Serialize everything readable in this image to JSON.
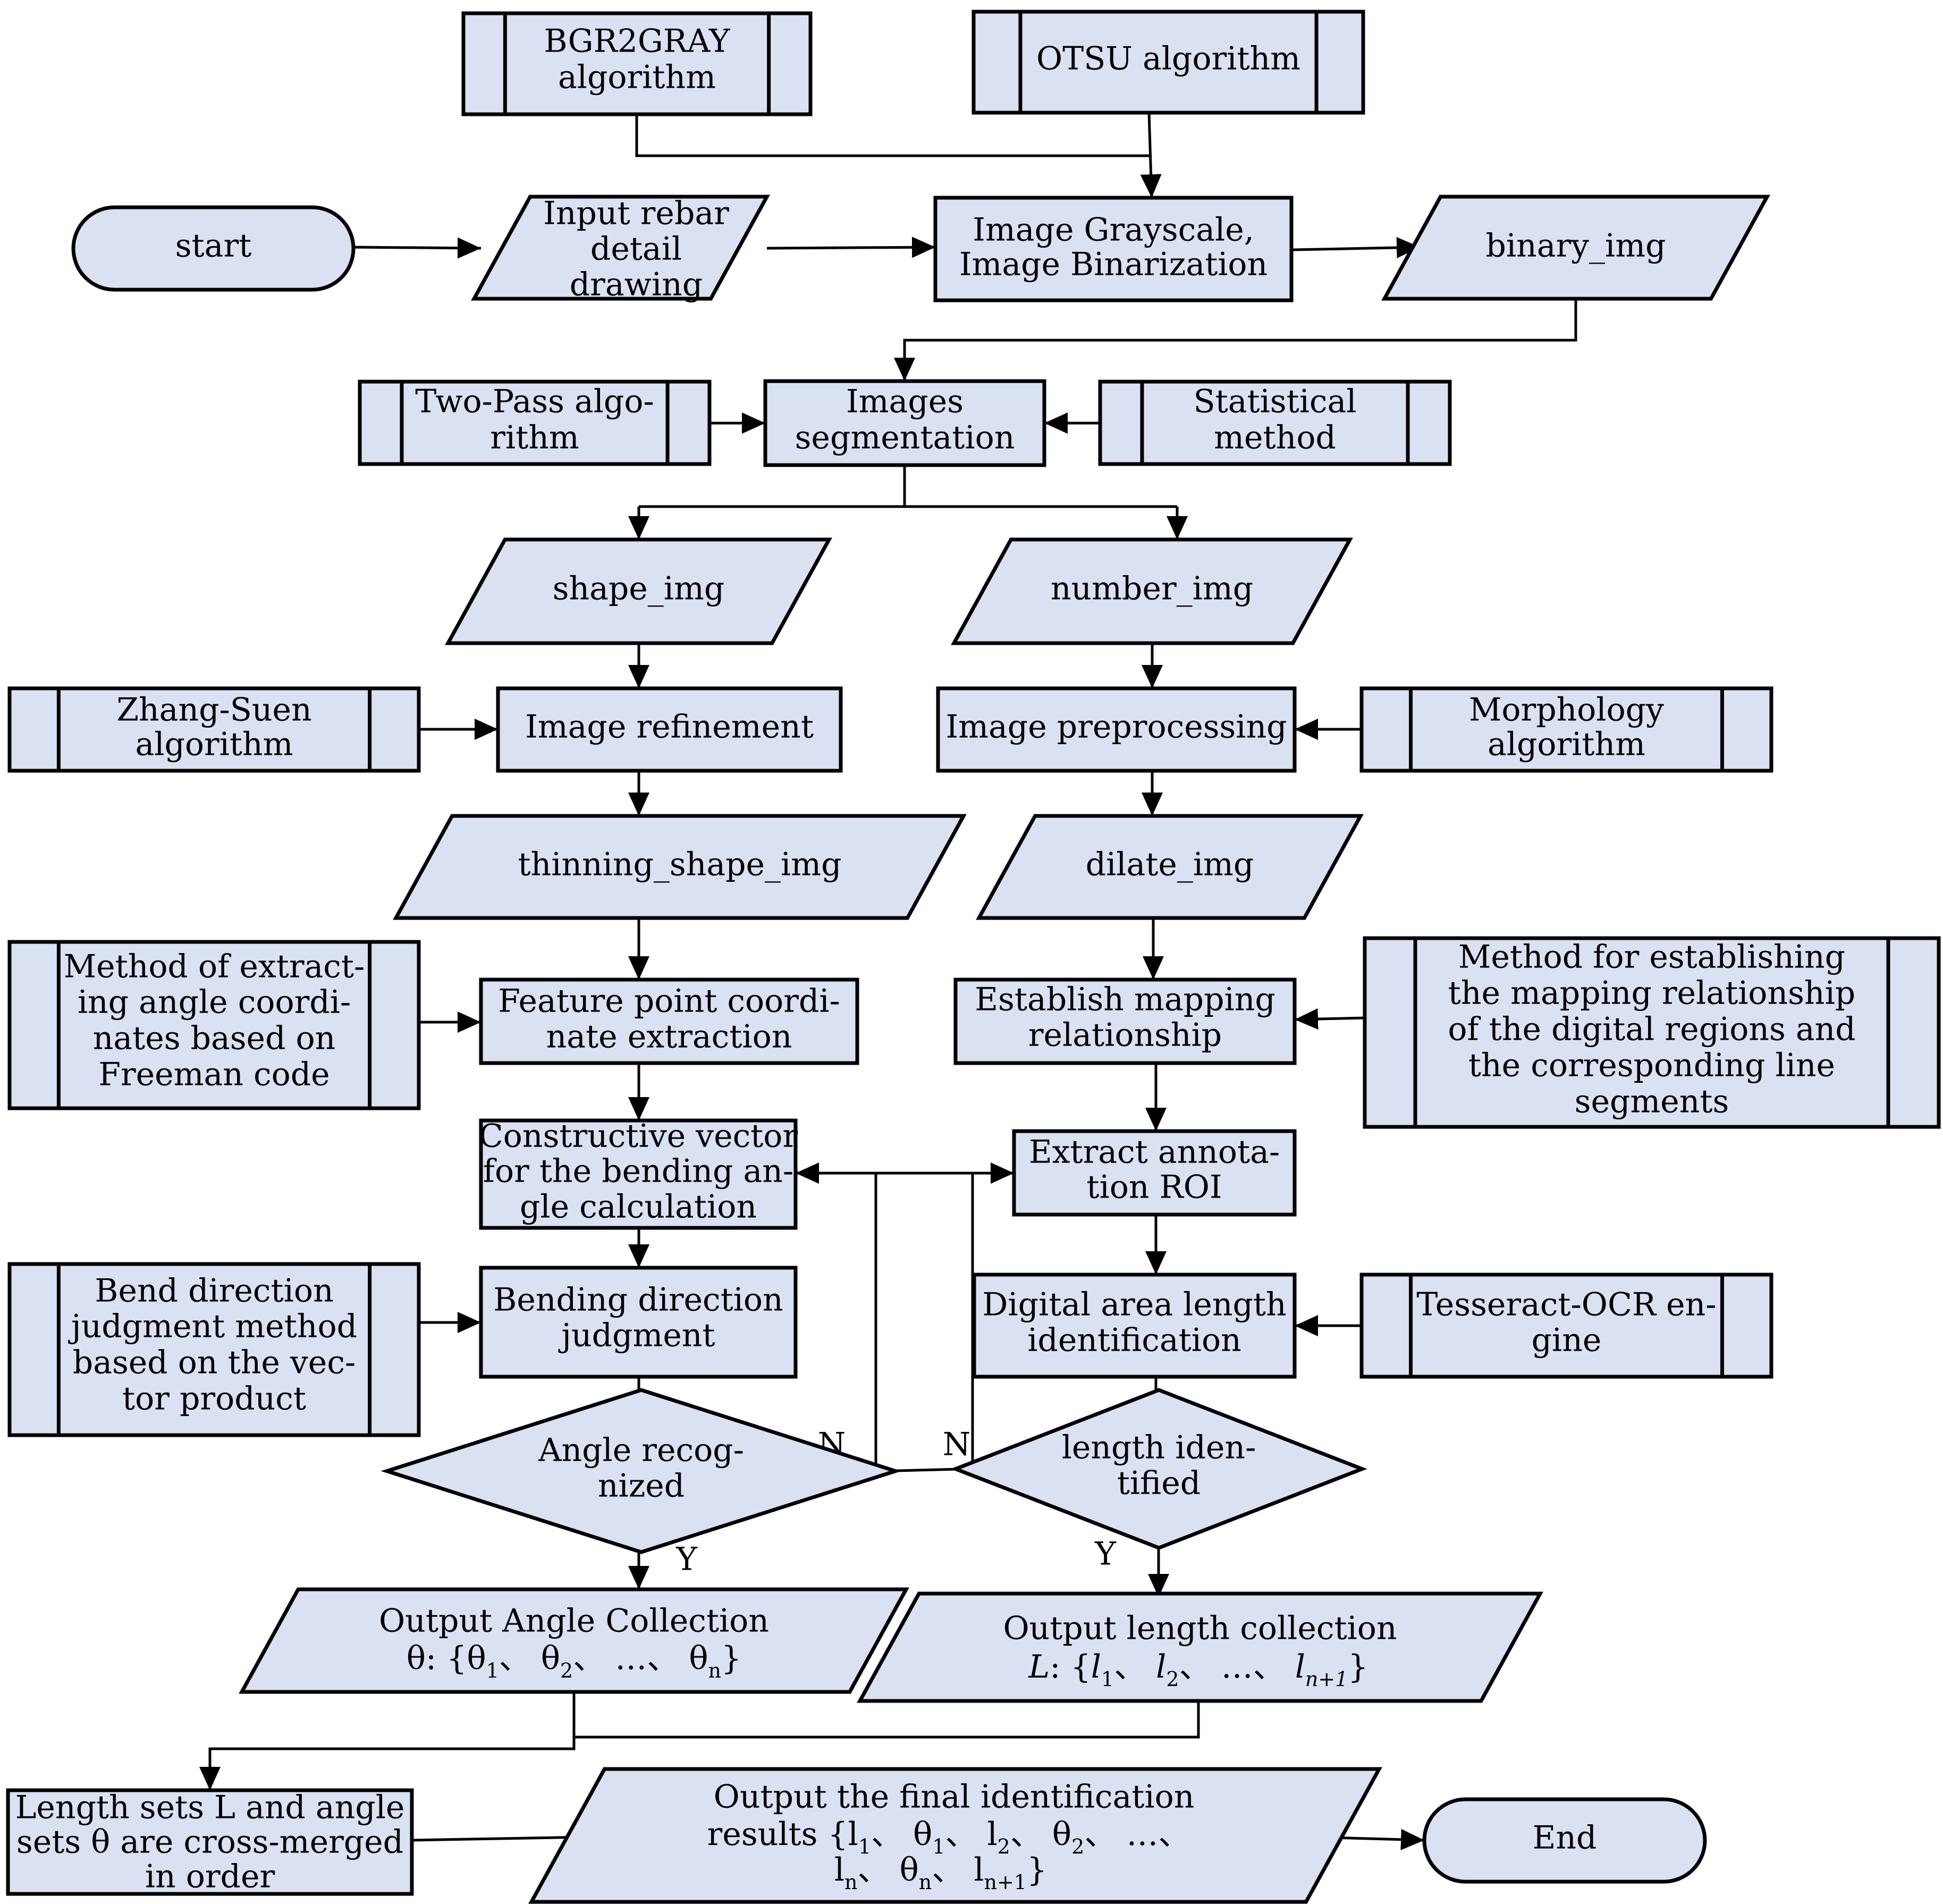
{
  "colors": {
    "fill": "#d9e1f2",
    "stroke": "#000000",
    "background": "#ffffff"
  },
  "nodes": {
    "bgr2gray": [
      "BGR2GRAY",
      "algorithm"
    ],
    "otsu": [
      "OTSU algorithm"
    ],
    "start": [
      "start"
    ],
    "input_drawing": [
      "Input rebar",
      "detail",
      "drawing"
    ],
    "grayscale": [
      "Image Grayscale,",
      "Image Binarization"
    ],
    "binary_img": [
      "binary_img"
    ],
    "two_pass": [
      "Two-Pass algo-",
      "rithm"
    ],
    "segmentation": [
      "Images",
      "segmentation"
    ],
    "statistical": [
      "Statistical",
      "method"
    ],
    "shape_img": [
      "shape_img"
    ],
    "number_img": [
      "number_img"
    ],
    "zhang_suen": [
      "Zhang-Suen",
      "algorithm"
    ],
    "refinement": [
      "Image refinement"
    ],
    "preprocessing": [
      "Image preprocessing"
    ],
    "morphology": [
      "Morphology",
      "algorithm"
    ],
    "thinning_img": [
      "thinning_shape_img"
    ],
    "dilate_img": [
      "dilate_img"
    ],
    "freeman_method": [
      "Method of extract-",
      "ing angle coordi-",
      "nates based on",
      "Freeman code"
    ],
    "feature_extraction": [
      "Feature point coordi-",
      "nate extraction"
    ],
    "mapping": [
      "Establish mapping",
      "relationship"
    ],
    "mapping_method": [
      "Method for establishing",
      "the mapping relationship",
      "of the digital regions and",
      "the corresponding line",
      "segments"
    ],
    "vector": [
      "Constructive vector",
      "for the bending an-",
      "gle calculation"
    ],
    "annotation_roi": [
      "Extract   annota-",
      "tion ROI"
    ],
    "vector_product": [
      "Bend direction",
      "judgment method",
      "based on the vec-",
      "tor product"
    ],
    "bending_direction": [
      "Bending direction",
      "judgment"
    ],
    "length_id": [
      "Digital area length",
      "identification"
    ],
    "tesseract": [
      "Tesseract-OCR en-",
      "gine"
    ],
    "angle_decision": [
      "Angle recog-",
      "nized"
    ],
    "length_decision": [
      "length iden-",
      "tified"
    ],
    "angle_output": [
      "Output Angle Collection"
    ],
    "length_output": [
      "Output length collection"
    ],
    "merge": [
      "Length sets L and angle",
      "sets  θ  are cross-merged",
      "in order"
    ],
    "final_output": [
      "Output the final identification"
    ],
    "end": [
      "End"
    ]
  },
  "labels": {
    "no": "N",
    "yes": "Y"
  },
  "formulas": {
    "angle_set": [
      [
        "θ: {θ",
        ""
      ],
      [
        "1",
        "sub"
      ],
      [
        "、 θ",
        ""
      ],
      [
        "2",
        "sub"
      ],
      [
        "、 …、 θ",
        ""
      ],
      [
        "n",
        "sub"
      ],
      [
        "}",
        ""
      ]
    ],
    "length_set": [
      [
        "L",
        "it"
      ],
      [
        ": {",
        ""
      ],
      [
        "l",
        "it"
      ],
      [
        "1",
        "sub"
      ],
      [
        "、 ",
        ""
      ],
      [
        "l",
        "it"
      ],
      [
        "2",
        "sub"
      ],
      [
        "、 …、 ",
        ""
      ],
      [
        "l",
        "it"
      ],
      [
        "n+1",
        "sub it"
      ],
      [
        "}",
        ""
      ]
    ],
    "final_line1": [
      [
        "results {l",
        ""
      ],
      [
        "1",
        "sub"
      ],
      [
        "、 θ",
        ""
      ],
      [
        "1",
        "sub"
      ],
      [
        "、 l",
        ""
      ],
      [
        "2",
        "sub"
      ],
      [
        "、 θ",
        ""
      ],
      [
        "2",
        "sub"
      ],
      [
        "、 …、",
        ""
      ]
    ],
    "final_line2": [
      [
        "l",
        ""
      ],
      [
        "n",
        "sub"
      ],
      [
        "、 θ",
        ""
      ],
      [
        "n",
        "sub"
      ],
      [
        "、 l",
        ""
      ],
      [
        "n+1",
        "sub"
      ],
      [
        "}",
        ""
      ]
    ]
  }
}
